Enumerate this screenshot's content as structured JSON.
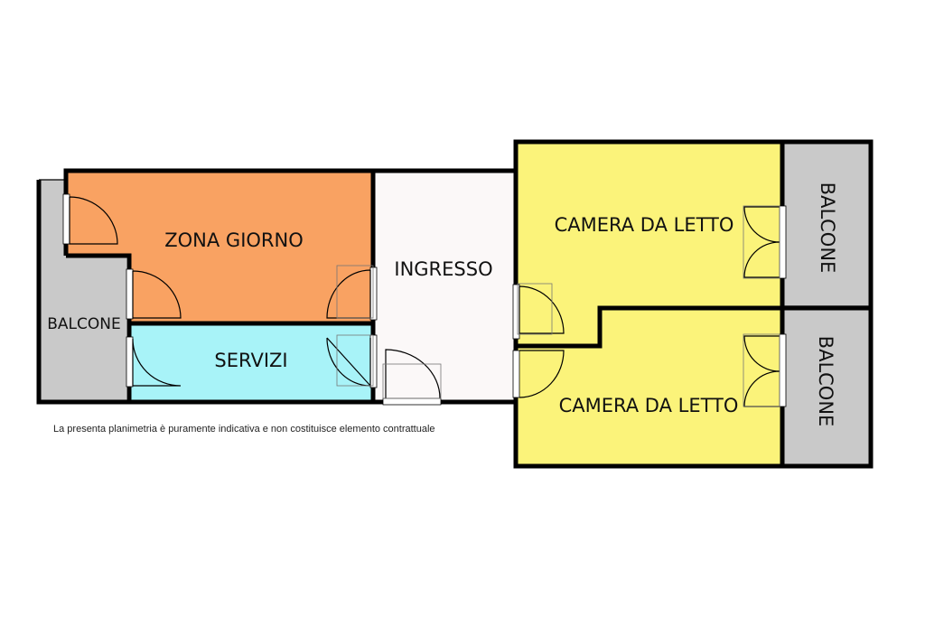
{
  "plan": {
    "rooms": {
      "zona_giorno": {
        "label": "ZONA GIORNO",
        "color": "#F9A262"
      },
      "servizi": {
        "label": "SERVIZI",
        "color": "#A8F3F8"
      },
      "ingresso": {
        "label": "INGRESSO",
        "color": "#FBF8F8"
      },
      "camera_1": {
        "label": "CAMERA DA LETTO",
        "color": "#FBF37A"
      },
      "camera_2": {
        "label": "CAMERA DA LETTO",
        "color": "#FBF37A"
      },
      "balcone_left": {
        "label": "BALCONE",
        "color": "#C9C9C9"
      },
      "balcone_right_top": {
        "label": "BALCONE",
        "color": "#C9C9C9"
      },
      "balcone_right_bottom": {
        "label": "BALCONE",
        "color": "#C9C9C9"
      }
    },
    "disclaimer": "La presenta planimetria è puramente indicativa e non costituisce elemento contrattuale"
  }
}
